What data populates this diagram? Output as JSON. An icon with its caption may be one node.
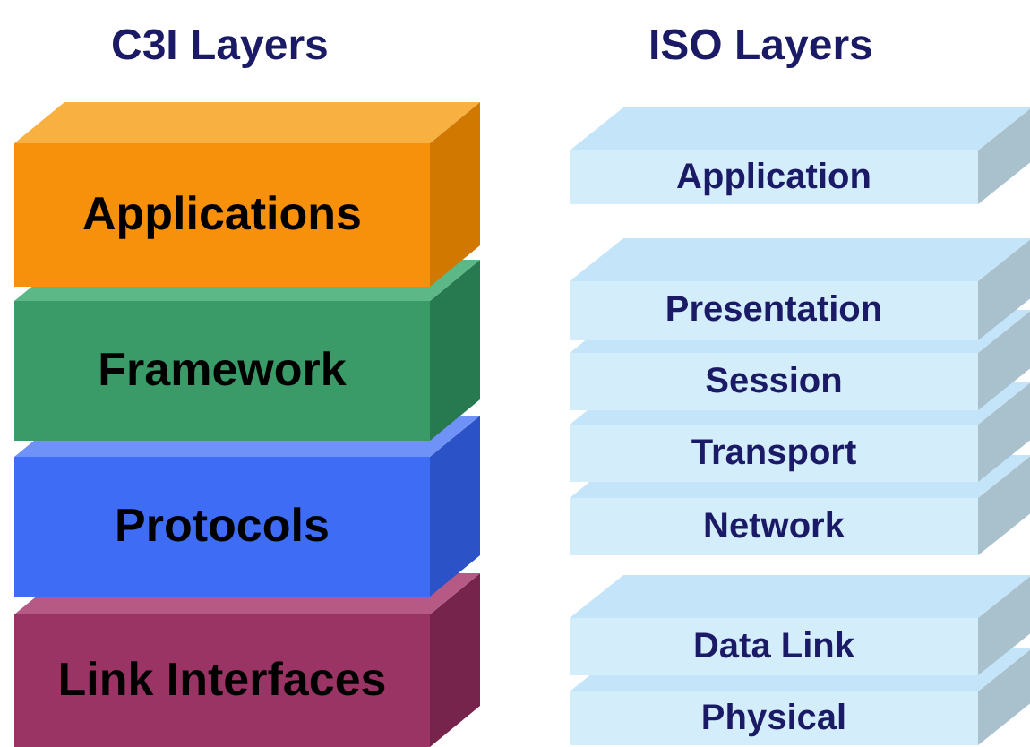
{
  "diagram": {
    "nodes": [
      {
        "text": [
          "Applications"
        ]
      },
      {
        "text": [
          "Framework"
        ]
      },
      {
        "text": [
          "Protocols"
        ]
      },
      {
        "text": [
          "Link Interfaces"
        ]
      },
      {
        "text": [
          "Application"
        ]
      },
      {
        "text": [
          "Presentation"
        ]
      },
      {
        "text": [
          "Session"
        ]
      },
      {
        "text": [
          "Transport"
        ]
      },
      {
        "text": [
          "Network"
        ]
      },
      {
        "text": [
          "Data Link"
        ]
      },
      {
        "text": [
          "Physical"
        ]
      }
    ],
    "labels": [
      "C3I Layers",
      "ISO Layers"
    ]
  }
}
